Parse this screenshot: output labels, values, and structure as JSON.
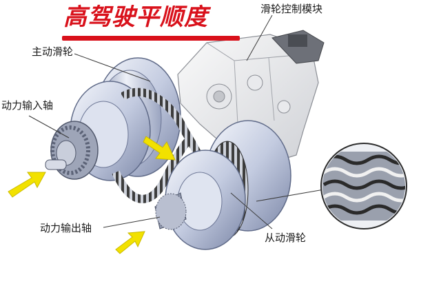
{
  "title": "高驾驶平顺度",
  "labels": {
    "control_module": "滑轮控制模块",
    "drive_pulley": "主动滑轮",
    "input_shaft": "动力输入轴",
    "output_shaft": "动力输出轴",
    "driven_pulley": "从动滑轮"
  },
  "colors": {
    "title": "#d9111b",
    "arrow": "#f2e100",
    "pulley": "#b9c3dc",
    "chain": "#3a3a3a"
  }
}
